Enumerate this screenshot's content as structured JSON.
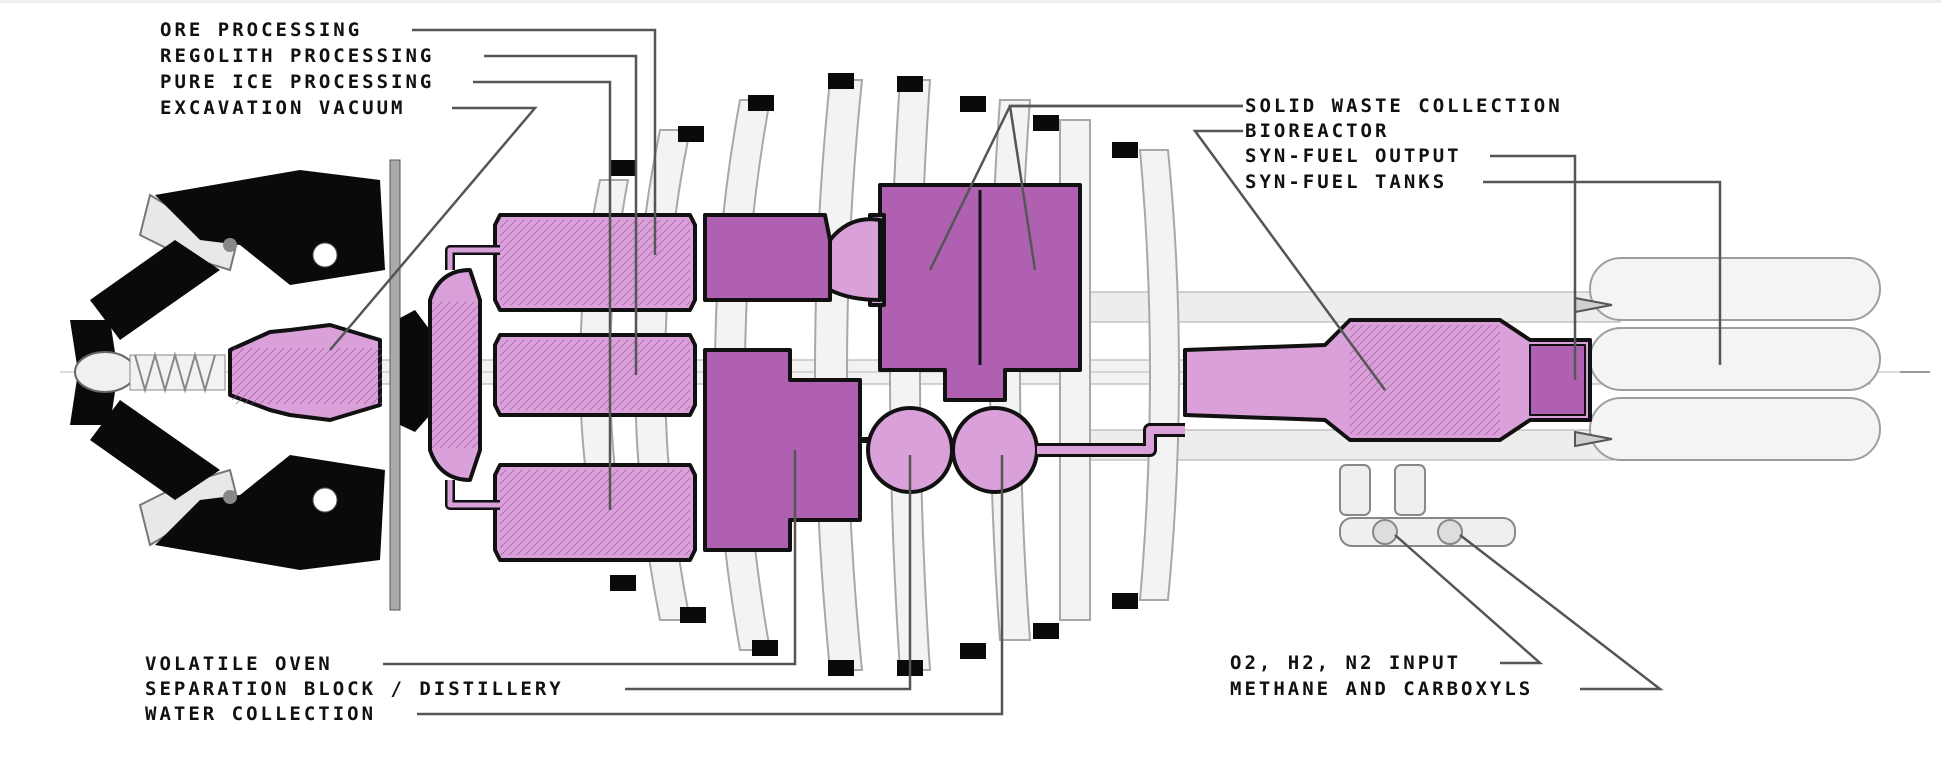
{
  "colors": {
    "module_fill": "#d9a0d9",
    "module_fill_dark": "#b060b0",
    "module_outline": "#111111",
    "ghost_fill": "#f0f0f0",
    "ghost_stroke": "#9a9a9a",
    "callout_line": "#555555",
    "black_plate": "#0a0a0a"
  },
  "labels": {
    "top_left": [
      {
        "text": "ORE PROCESSING"
      },
      {
        "text": "REGOLITH PROCESSING"
      },
      {
        "text": "PURE ICE PROCESSING"
      },
      {
        "text": "EXCAVATION VACUUM"
      }
    ],
    "top_right": [
      {
        "text": "SOLID WASTE COLLECTION"
      },
      {
        "text": "BIOREACTOR"
      },
      {
        "text": "SYN-FUEL OUTPUT"
      },
      {
        "text": "SYN-FUEL TANKS"
      }
    ],
    "bottom_left": [
      {
        "text": "VOLATILE OVEN"
      },
      {
        "text": "SEPARATION BLOCK / DISTILLERY"
      },
      {
        "text": "WATER COLLECTION"
      }
    ],
    "bottom_right": [
      {
        "text": "O2, H2, N2 INPUT"
      },
      {
        "text": "METHANE AND CARBOXYLS"
      }
    ]
  }
}
